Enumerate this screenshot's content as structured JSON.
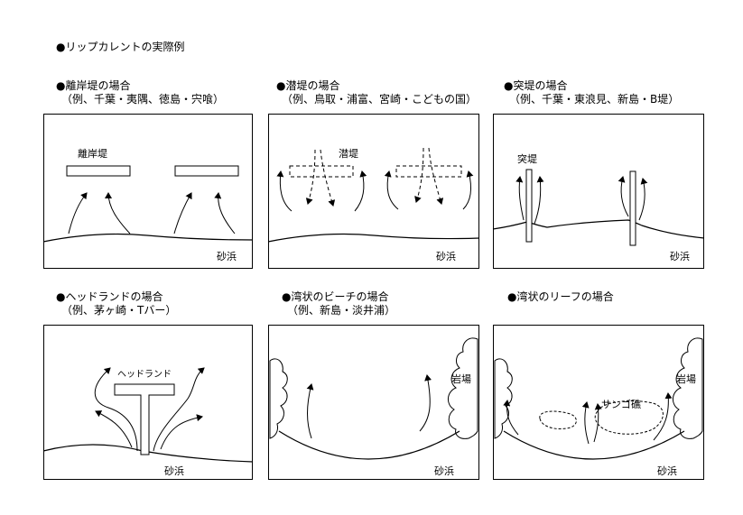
{
  "title": "●リップカレントの実際例",
  "cases": [
    {
      "heading": "●離岸堤の場合",
      "sub": "（例、千葉・夷隅、徳島・宍喰）",
      "structure_label": "離岸堤",
      "beach_label": "砂浜"
    },
    {
      "heading": "●潜堤の場合",
      "sub": "（例、鳥取・浦富、宮崎・こどもの国）",
      "structure_label": "潜堤",
      "beach_label": "砂浜"
    },
    {
      "heading": "●突堤の場合",
      "sub": "（例、千葉・東浪見、新島・B堤）",
      "structure_label": "突堤",
      "beach_label": "砂浜"
    },
    {
      "heading": "●ヘッドランドの場合",
      "sub": "（例、茅ヶ崎・Tバー）",
      "structure_label": "ヘッドランド",
      "beach_label": "砂浜"
    },
    {
      "heading": "●湾状のビーチの場合",
      "sub": "（例、新島・淡井浦）",
      "structure_label": "岩場",
      "beach_label": "砂浜"
    },
    {
      "heading": "●湾状のリーフの場合",
      "sub": "",
      "structure_label": "岩場",
      "reef_label": "サンゴ礁",
      "beach_label": "砂浜"
    }
  ]
}
